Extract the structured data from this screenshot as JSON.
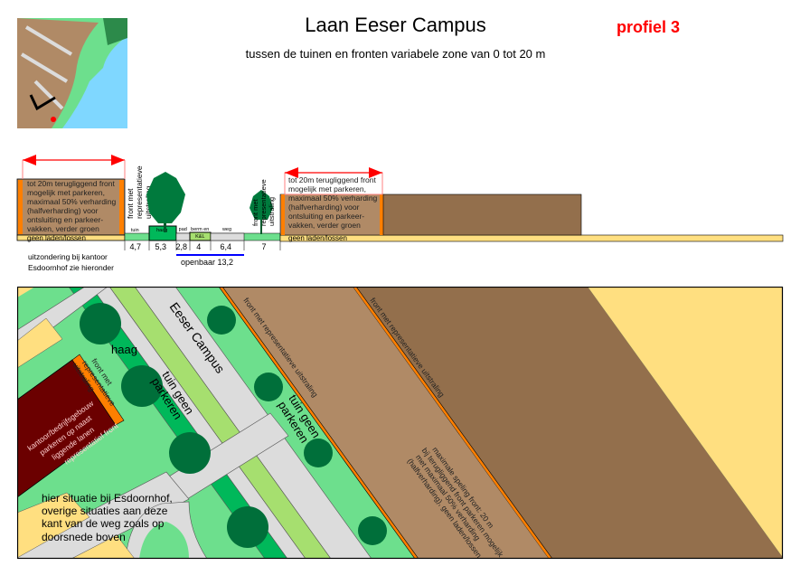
{
  "header": {
    "title": "Laan Eeser Campus",
    "profile": "profiel 3",
    "subtitle": "tussen de tuinen en fronten variabele zone van 0 tot 20 m"
  },
  "section": {
    "left_zone_text": [
      "tot 20m terugliggend front",
      "mogelijk met parkeren,",
      "maximaal 50% verharding",
      "(halfverharding) voor",
      "ontsluiting en parkeer-",
      "vakken, verder groen"
    ],
    "left_strip_text": "geen laden/lossen",
    "left_front_label": [
      "front met",
      "representatieve",
      "uitstraling"
    ],
    "right_front_label": [
      "front met",
      "representatieve",
      "uitstraling"
    ],
    "right_zone_text": [
      "tot 20m terugliggend front",
      "mogelijk met parkeren,",
      "maximaal 50% verharding",
      "(halfverharding) voor",
      "ontsluiting en parkeer-",
      "vakken, verder groen"
    ],
    "right_strip_text": "geen laden/lossen",
    "zone_labels": {
      "tuin": "tuin",
      "haag": "haag",
      "pad": "pad",
      "berm": "berm en",
      "kl": "K&L",
      "weg": "weg"
    },
    "dimensions": [
      "4,7",
      "5,3",
      "2,8",
      "4",
      "6,4",
      "7"
    ],
    "public_label": "openbaar 13,2",
    "exception_note": [
      "uitzondering bij kantoor",
      "Esdoornhof zie hieronder"
    ]
  },
  "plan": {
    "haag": "haag",
    "street_name": "Eeser Campus",
    "tuin_left": [
      "tuin geen",
      "parkeren"
    ],
    "tuin_right": [
      "tuin geen",
      "parkeren"
    ],
    "front_left": [
      "front met",
      "representatieve",
      "uitstraling"
    ],
    "front_mid": "front met representatieve uitstraling",
    "front_right": "front met representatieve uitstraling",
    "office_text": [
      "kantoor/bedrijfsgebouw",
      "parkeren op naast",
      "liggende lanen",
      "representatief front"
    ],
    "zone_text": [
      "maximale speling front: 20 m",
      "bij terugliggend front parkeren mogelijk",
      "met maximaal 50% verharding",
      "(halfverharding), geen laden/lossen"
    ],
    "note": [
      "hier situatie bij Esdoornhof,",
      "overige situaties aan deze",
      "kant van de weg zoals op",
      "doorsnede boven"
    ]
  },
  "colors": {
    "light_green": "#6ddf8d",
    "hedge_green": "#00b85a",
    "tree_green": "#006f3a",
    "lime": "#a6df6f",
    "grey": "#dcdcdc",
    "light_brown": "#b08a66",
    "dark_brown": "#936f4c",
    "orange": "#ff7f00",
    "yellow": "#ffdf80",
    "office": "#6b0000",
    "red": "#ff0000",
    "blue": "#0000ff"
  }
}
